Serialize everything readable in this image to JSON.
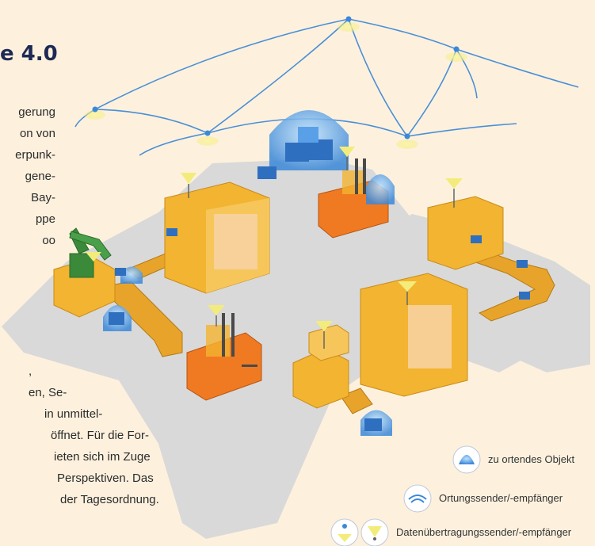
{
  "heading": {
    "title": "e 4.0"
  },
  "text_top": [
    "gerung",
    "on von",
    "erpunk-",
    "gene-",
    "Bay-",
    "ppe",
    "oo"
  ],
  "text_bottom": [
    ",",
    "en, Se-",
    "in unmittel-",
    "öffnet. Für die For-",
    "ieten sich im Zuge",
    "Perspektiven.  Das",
    "der Tagesordnung."
  ],
  "legend": {
    "items": [
      {
        "label": "zu ortendes Objekt",
        "icon": "object-icon"
      },
      {
        "label": "Ortungssender/-empfänger",
        "icon": "locator-icon"
      },
      {
        "label": "Datenübertragungssender/-empfänger",
        "icon": "transmitter-icon"
      }
    ]
  },
  "colors": {
    "background": "#fdf1de",
    "floor": "#d9d9d9",
    "machine": "#f2b431",
    "forklift": "#f07a22",
    "robot": "#3a8a3a",
    "signal": "#f3ec7a",
    "network": "#4a8fd6",
    "object": "#3b88d8"
  }
}
